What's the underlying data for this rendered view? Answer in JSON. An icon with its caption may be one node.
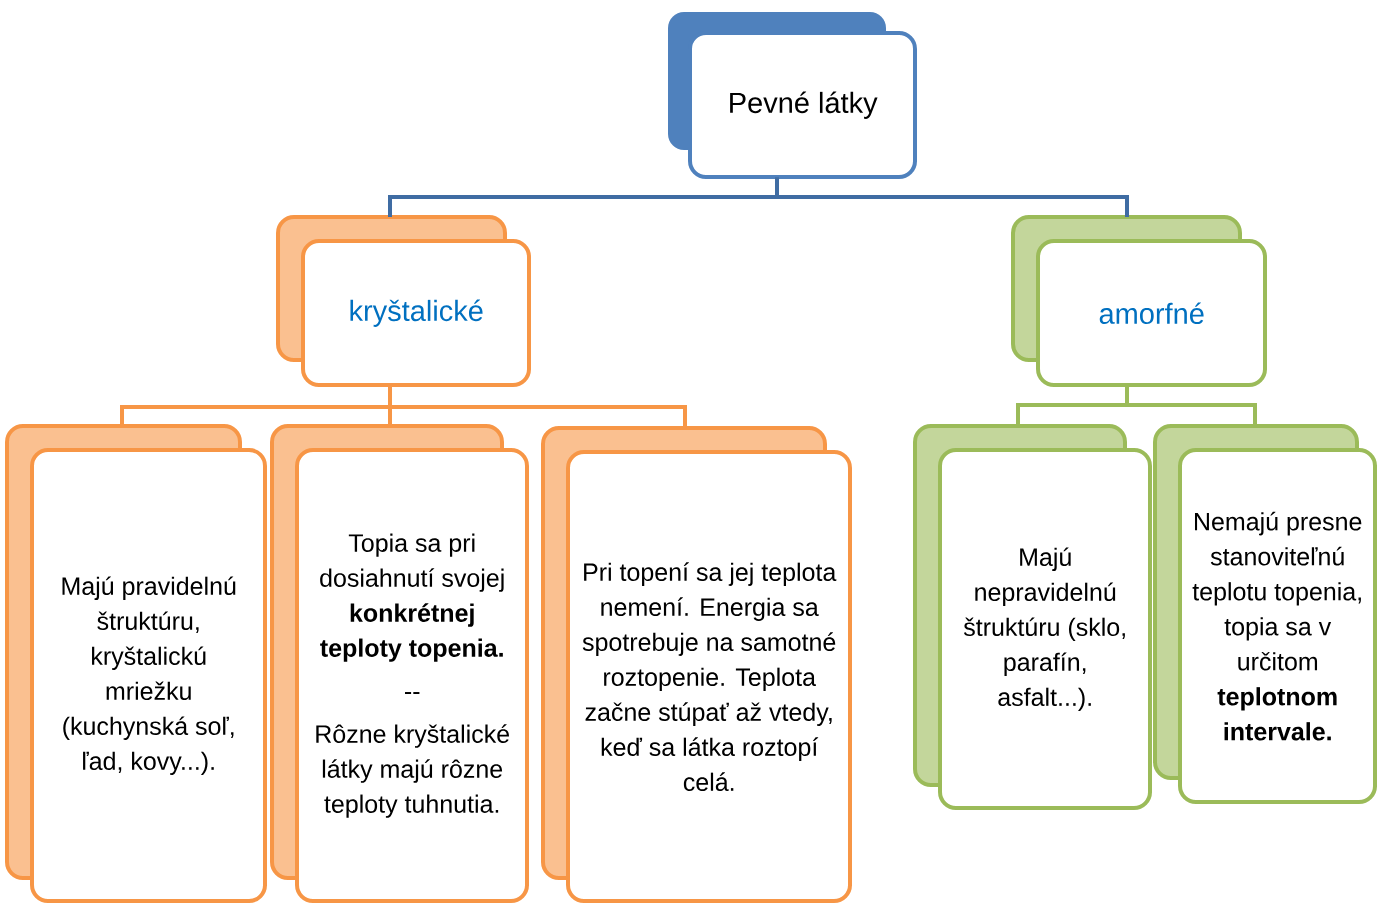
{
  "diagram": {
    "nodes": [
      {
        "text": [
          "Pevné látky"
        ]
      },
      {
        "text": [
          "kryštalické"
        ]
      },
      {
        "text": [
          "amorfné"
        ]
      },
      {
        "text": [
          "Majú pravidelnú štruktúru, kryštalickú mriežku (kuchynská soľ, ľad, kovy...)."
        ]
      },
      {
        "text": [
          "Topia sa pri dosiahnutí svojej **konkrétnej teploty topenia.**",
          "--",
          "Rôzne kryštalické látky majú rôzne teploty tuhnutia."
        ]
      },
      {
        "text": [
          "Pri topení sa jej teplota nemení. Energia sa spotrebuje na samotné roztopenie. Teplota začne stúpať až vtedy, keď sa látka roztopí celá."
        ]
      },
      {
        "text": [
          "Majú nepravidelnú štruktúru (sklo, parafín, asfalt...)."
        ]
      },
      {
        "text": [
          "Nemajú presne stanoviteľnú teplotu topenia, topia sa v určitom **teplotnom intervale.**"
        ]
      }
    ],
    "edges": [
      {
        "from": 0,
        "to": 1,
        "arrow": "none",
        "color": "#3f6ca3"
      },
      {
        "from": 0,
        "to": 2,
        "arrow": "none",
        "color": "#3f6ca3"
      },
      {
        "from": 1,
        "to": 3,
        "arrow": "none",
        "color": "#f79646"
      },
      {
        "from": 1,
        "to": 4,
        "arrow": "none",
        "color": "#f79646"
      },
      {
        "from": 1,
        "to": 5,
        "arrow": "none",
        "color": "#f79646"
      },
      {
        "from": 2,
        "to": 6,
        "arrow": "none",
        "color": "#9bbb59"
      },
      {
        "from": 2,
        "to": 7,
        "arrow": "none",
        "color": "#9bbb59"
      }
    ]
  }
}
